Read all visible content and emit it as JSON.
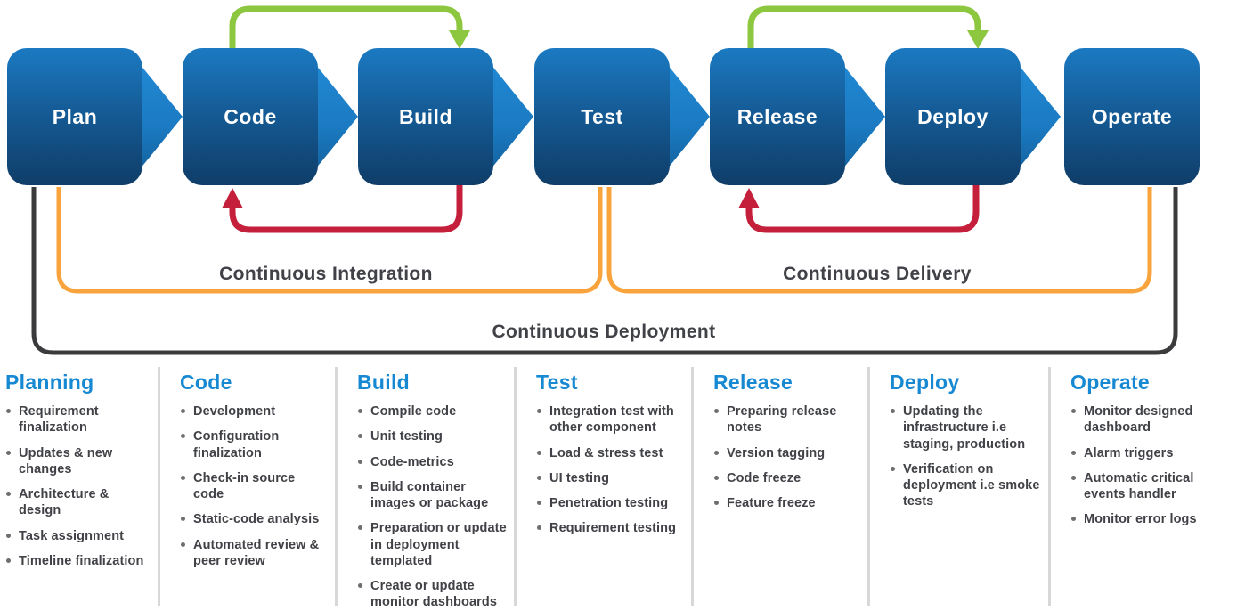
{
  "stages": [
    {
      "label": "Plan"
    },
    {
      "label": "Code"
    },
    {
      "label": "Build"
    },
    {
      "label": "Test"
    },
    {
      "label": "Release"
    },
    {
      "label": "Deploy"
    },
    {
      "label": "Operate"
    }
  ],
  "bands": {
    "integration": "Continuous Integration",
    "delivery": "Continuous Delivery",
    "deployment": "Continuous Deployment"
  },
  "columns": [
    {
      "title": "Planning",
      "items": [
        "Requirement finalization",
        "Updates & new changes",
        "Architecture & design",
        "Task assignment",
        "Timeline finalization"
      ]
    },
    {
      "title": "Code",
      "items": [
        "Development",
        "Configuration finalization",
        "Check-in source code",
        "Static-code analysis",
        "Automated review & peer review"
      ]
    },
    {
      "title": "Build",
      "items": [
        "Compile code",
        "Unit testing",
        "Code-metrics",
        "Build container images or package",
        "Preparation or update in deployment templated",
        "Create or update monitor dashboards"
      ]
    },
    {
      "title": "Test",
      "items": [
        "Integration test with other component",
        "Load & stress test",
        "UI testing",
        "Penetration testing",
        "Requirement testing"
      ]
    },
    {
      "title": "Release",
      "items": [
        "Preparing release notes",
        "Version tagging",
        "Code freeze",
        "Feature freeze"
      ]
    },
    {
      "title": "Deploy",
      "items": [
        "Updating the infrastructure i.e staging, production",
        "Verification on deployment i.e smoke tests"
      ]
    },
    {
      "title": "Operate",
      "items": [
        "Monitor designed dashboard",
        "Alarm triggers",
        "Automatic critical events handler",
        "Monitor error logs"
      ]
    }
  ],
  "colors": {
    "stage_box_top": "#1b7ac2",
    "stage_box_bottom": "#0f3d68",
    "chevron_blue": "#2189d3",
    "loop_green": "#8dc63f",
    "loop_red": "#c4203b",
    "band_orange": "#f9a33c",
    "band_dark": "#3b3b3d",
    "heading_blue": "#1789d2",
    "text_dark": "#414247",
    "divider_gray": "#d7d8da"
  }
}
